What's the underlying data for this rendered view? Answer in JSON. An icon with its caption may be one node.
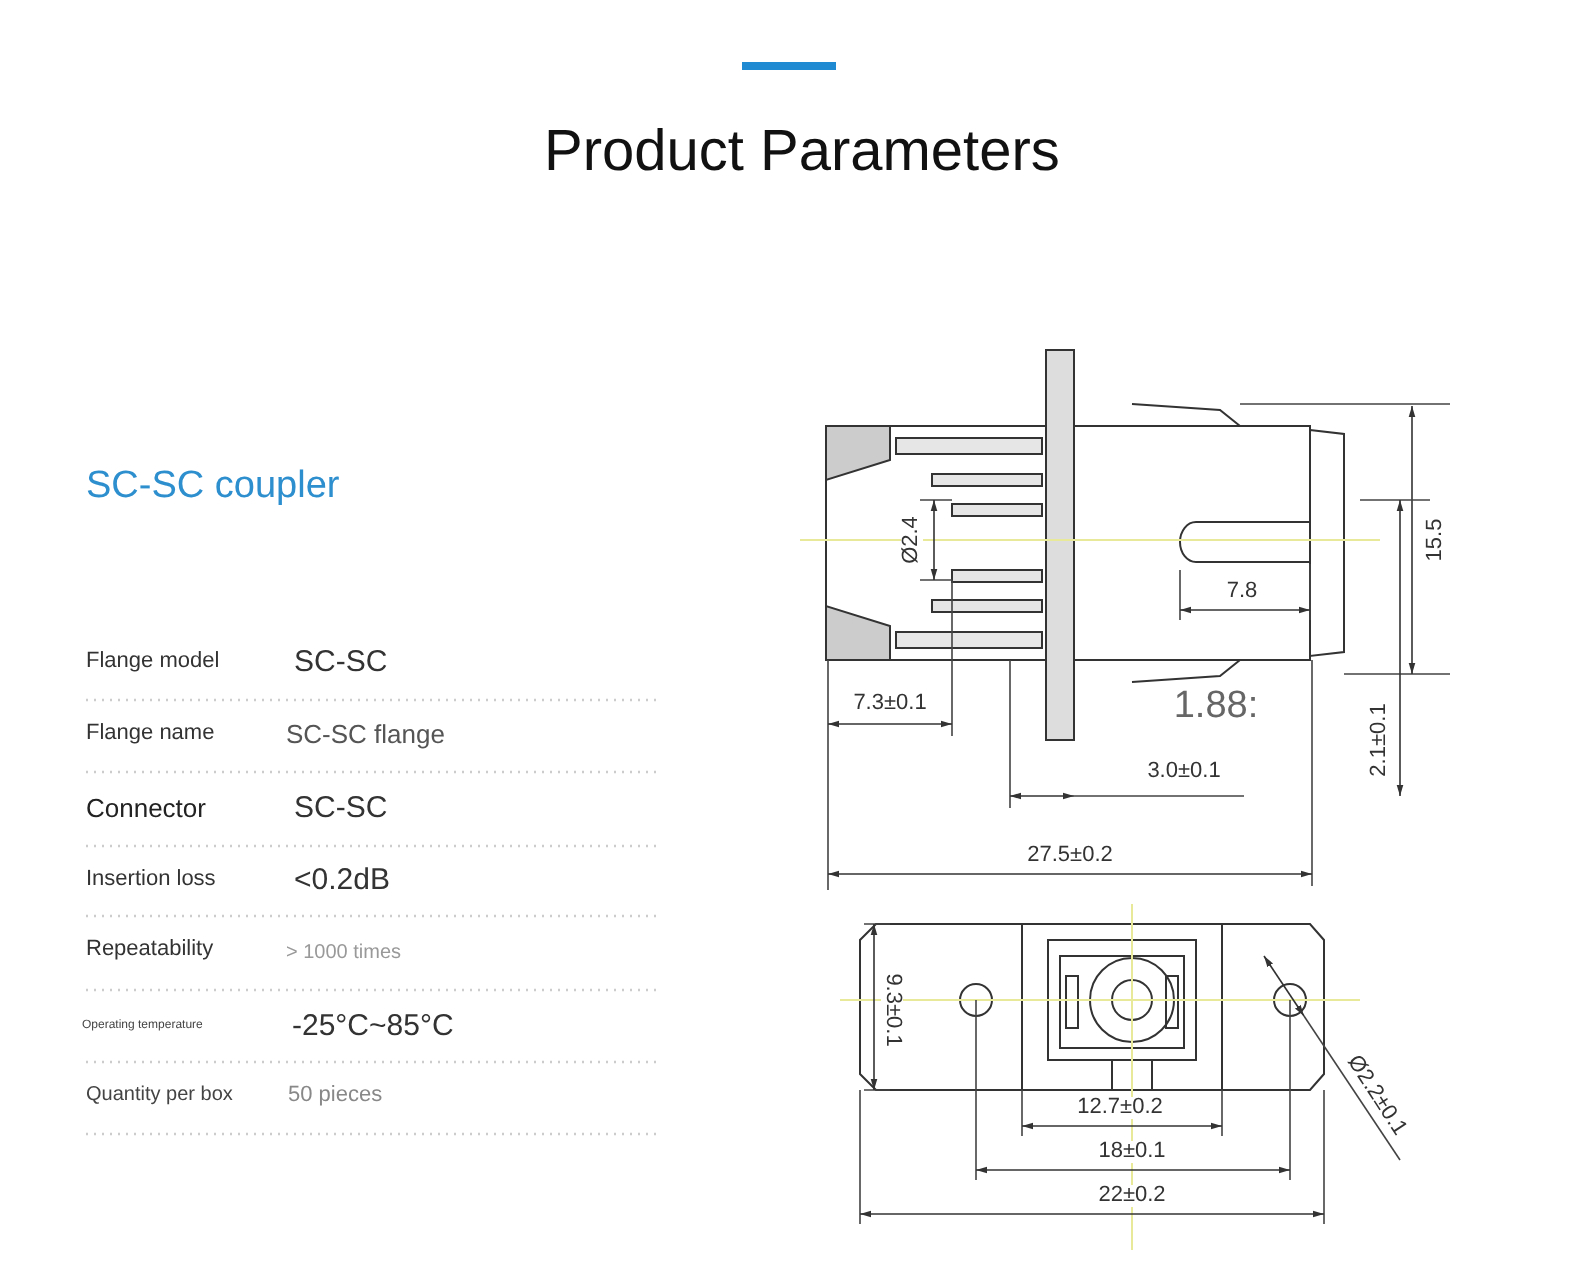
{
  "diagram": {
    "title": "Product Parameters",
    "labels": [
      "SC-SC coupler",
      "Flange model",
      "SC-SC",
      "Flange name",
      "SC-SC flange",
      "Connector",
      "SC-SC",
      "Insertion loss",
      "<0.2dB",
      "Repeatability",
      "> 1000 times",
      "Operating temperature",
      "-25°C~85°C",
      "Quantity per box",
      "50 pieces",
      "Ø2.4",
      "7.8",
      "15.5",
      "7.3±0.1",
      "1.88:",
      "3.0±0.1",
      "2.1±0.1",
      "27.5±0.2",
      "9.3±0.1",
      "Ø2.2±0.1",
      "12.7±0.2",
      "18±0.1",
      "22±0.2"
    ]
  }
}
